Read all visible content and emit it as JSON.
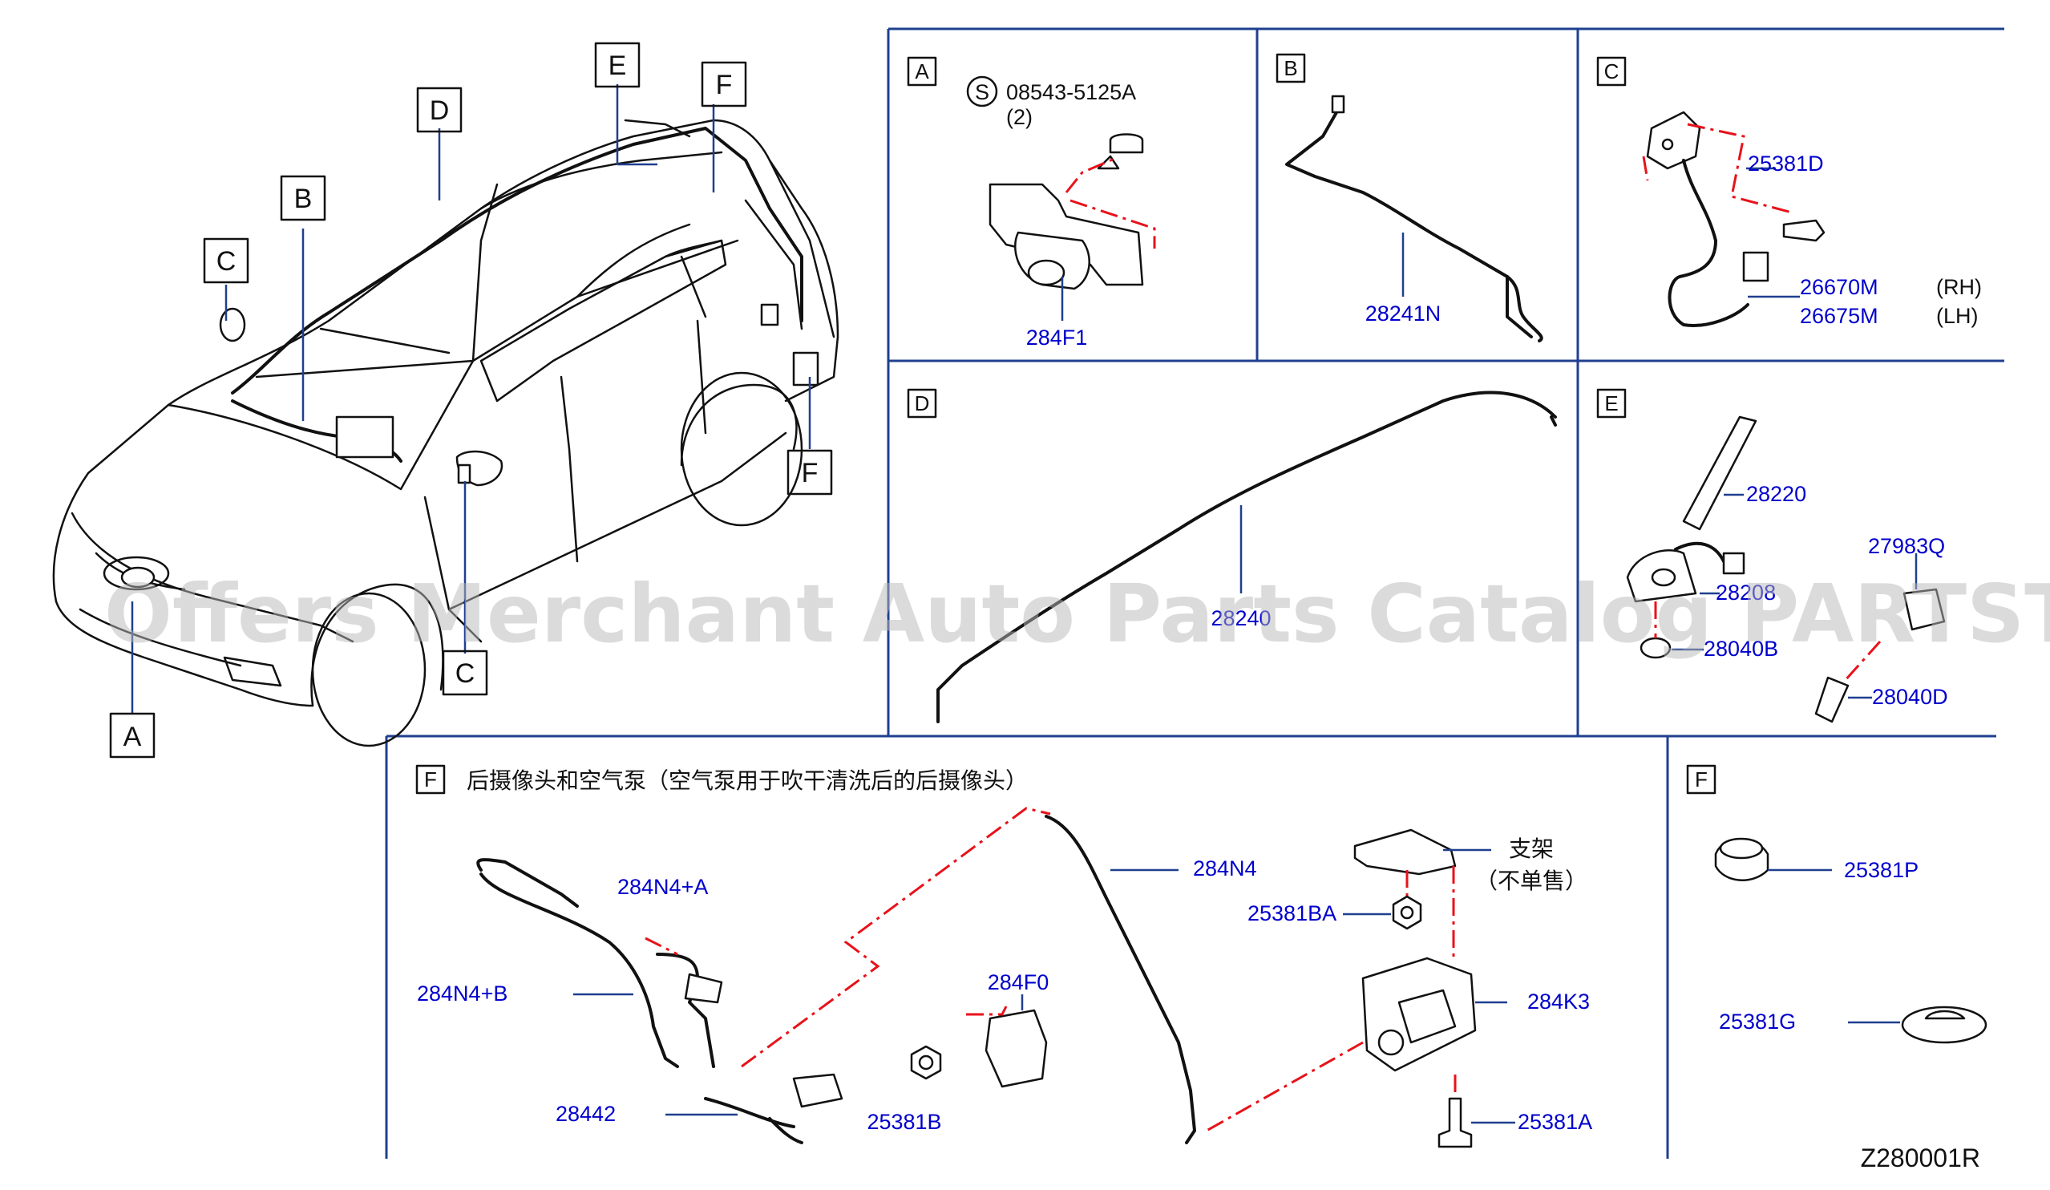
{
  "diagram_code": "Z280001R",
  "watermark": "Offers Merchant Auto Parts Catalog PARTSTORE.SA",
  "overview": {
    "callouts": [
      "A",
      "B",
      "C",
      "D",
      "E",
      "F",
      "F",
      "C"
    ]
  },
  "panel_A": {
    "letter": "A",
    "screw_symbol": "S",
    "screw_part": "08543-5125A",
    "screw_qty": "(2)",
    "camera_part": "284F1"
  },
  "panel_B": {
    "letter": "B",
    "part": "28241N"
  },
  "panel_C": {
    "letter": "C",
    "clip_part": "25381D",
    "rh_part": "26670M",
    "rh_label": "(RH)",
    "lh_part": "26675M",
    "lh_label": "(LH)"
  },
  "panel_D": {
    "letter": "D",
    "part": "28240"
  },
  "panel_E": {
    "letter": "E",
    "antenna_part": "28220",
    "base_part": "28208",
    "grommet_part": "28040B",
    "connector_part": "27983Q",
    "bolt_part": "28040D"
  },
  "panel_F_main": {
    "letter": "F",
    "title": "后摄像头和空气泵（空气泵用于吹干清洗后的后摄像头）",
    "parts": {
      "harness_a": "284N4+A",
      "harness_b": "284N4+B",
      "hose": "28442",
      "module": "284F0",
      "nut_b": "25381B",
      "tube": "284N4",
      "nut_ba": "25381BA",
      "pump": "284K3",
      "bolt_a": "25381A"
    },
    "bracket_label": "支架",
    "bracket_note": "（不单售）"
  },
  "panel_F_small": {
    "letter": "F",
    "grommet_part": "25381P",
    "cap_part": "25381G"
  },
  "colors": {
    "frame": "#1f3f8f",
    "part_number": "#0000cc",
    "dash_line": "#e8121a",
    "drawing": "#111111"
  }
}
